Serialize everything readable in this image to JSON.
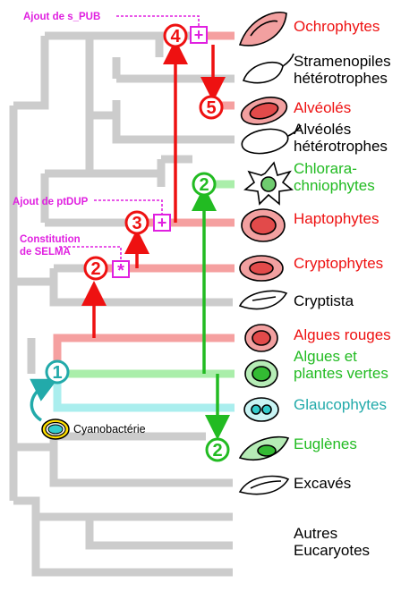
{
  "colors": {
    "grey_branch": "#cccccc",
    "red": "#ee1111",
    "pale_red": "#f5a0a0",
    "green": "#22bb22",
    "pale_green": "#aaeeaa",
    "cyan": "#22aaaa",
    "pale_cyan": "#aaeeee",
    "magenta": "#e020e0",
    "black": "#000000"
  },
  "taxa": [
    {
      "lines": [
        "Ochrophytes"
      ],
      "color": "#ee1111",
      "icon": "ochrophyte-icon"
    },
    {
      "lines": [
        "Stramenopiles",
        "hétérotrophes"
      ],
      "color": "#000000",
      "icon": "heterotroph-stramenopile-icon"
    },
    {
      "lines": [
        "Alvéolés"
      ],
      "color": "#ee1111",
      "icon": "alveolate-icon"
    },
    {
      "lines": [
        "Alvéolés",
        "hétérotrophes"
      ],
      "color": "#000000",
      "icon": "heterotroph-alveolate-icon"
    },
    {
      "lines": [
        "Chlorara-",
        "chniophytes"
      ],
      "color": "#22bb22",
      "icon": "chlorarachniophyte-icon"
    },
    {
      "lines": [
        "Haptophytes"
      ],
      "color": "#ee1111",
      "icon": "haptophyte-icon"
    },
    {
      "lines": [
        "Cryptophytes"
      ],
      "color": "#ee1111",
      "icon": "cryptophyte-icon"
    },
    {
      "lines": [
        "Cryptista"
      ],
      "color": "#000000",
      "icon": "cryptista-icon"
    },
    {
      "lines": [
        "Algues rouges"
      ],
      "color": "#ee1111",
      "icon": "red-alga-icon"
    },
    {
      "lines": [
        "Algues et",
        "plantes vertes"
      ],
      "color": "#22bb22",
      "icon": "green-alga-icon"
    },
    {
      "lines": [
        "Glaucophytes"
      ],
      "color": "#22aaaa",
      "icon": "glaucophyte-icon"
    },
    {
      "lines": [
        "Euglènes"
      ],
      "color": "#22bb22",
      "icon": "euglena-icon"
    },
    {
      "lines": [
        "Excavés"
      ],
      "color": "#000000",
      "icon": "excavate-icon"
    },
    {
      "lines": [
        "Autres",
        "Eucaryotes"
      ],
      "color": "#000000",
      "icon": ""
    }
  ],
  "annotations": {
    "s_pub": "Ajout de s_PUB",
    "ptdup": "Ajout de ptDUP",
    "selma_1": "Constitution",
    "selma_2": "de SELMA",
    "cyanobacterie": "Cyanobactérie"
  },
  "markers": {
    "m1": "1",
    "m2_red": "2",
    "m2_chlorarachnio": "2",
    "m2_euglena": "2",
    "m3": "3",
    "m4": "4",
    "m5": "5",
    "plus": "+",
    "star": "*"
  }
}
